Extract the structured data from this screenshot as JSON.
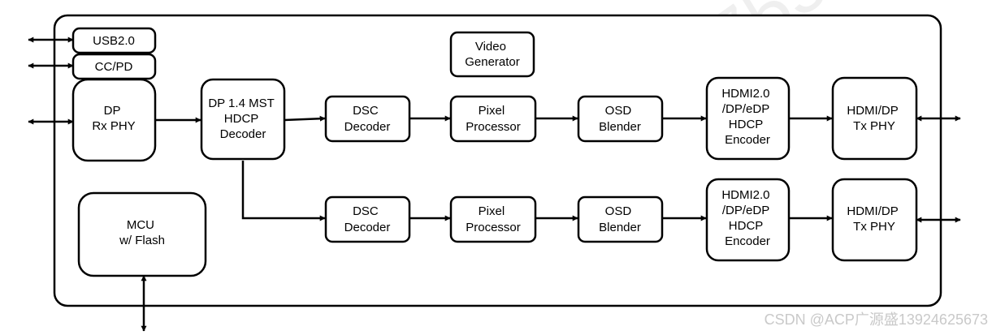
{
  "blocks": {
    "usb": "USB2.0",
    "ccpd": "CC/PD",
    "dp_rx": [
      "DP",
      "Rx PHY"
    ],
    "mst": [
      "DP 1.4 MST",
      "HDCP",
      "Decoder"
    ],
    "video_gen": [
      "Video",
      "Generator"
    ],
    "mcu": [
      "MCU",
      "w/ Flash"
    ],
    "top_path": {
      "dsc": [
        "DSC",
        "Decoder"
      ],
      "pixel": [
        "Pixel",
        "Processor"
      ],
      "osd": [
        "OSD",
        "Blender"
      ],
      "encoder": [
        "HDMI2.0",
        "/DP/eDP",
        "HDCP",
        "Encoder"
      ],
      "tx": [
        "HDMI/DP",
        "Tx PHY"
      ]
    },
    "bottom_path": {
      "dsc": [
        "DSC",
        "Decoder"
      ],
      "pixel": [
        "Pixel",
        "Processor"
      ],
      "osd": [
        "OSD",
        "Blender"
      ],
      "encoder": [
        "HDMI2.0",
        "/DP/eDP",
        "HDCP",
        "Encoder"
      ],
      "tx": [
        "HDMI/DP",
        "Tx PHY"
      ]
    }
  },
  "watermark": {
    "credit": "CSDN @ACP广源盛13924625673"
  }
}
